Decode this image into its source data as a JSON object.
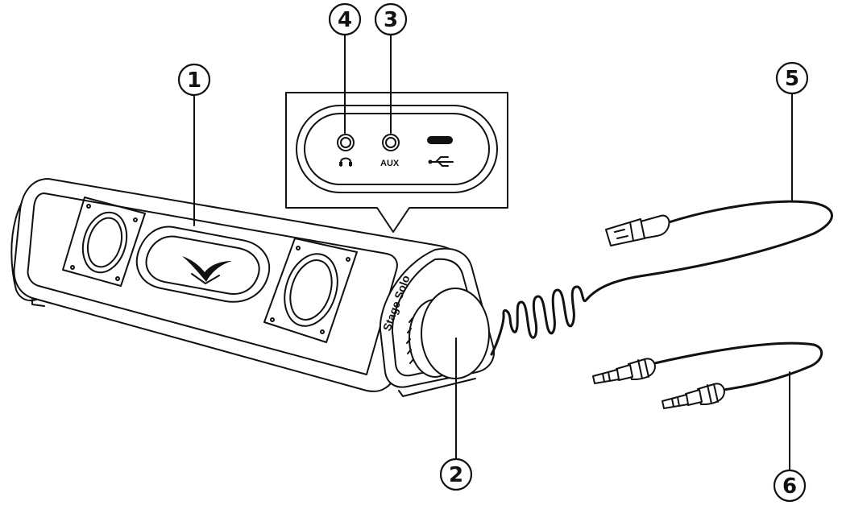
{
  "callouts": {
    "c1": "1",
    "c2": "2",
    "c3": "3",
    "c4": "4",
    "c5": "5",
    "c6": "6"
  },
  "port_panel": {
    "aux_label": "AUX"
  },
  "speaker": {
    "brand_text": "Stage Solo"
  },
  "icons": [
    "headphone-icon",
    "usb-c-port-icon",
    "usb-symbol-icon",
    "bird-logo-icon"
  ]
}
